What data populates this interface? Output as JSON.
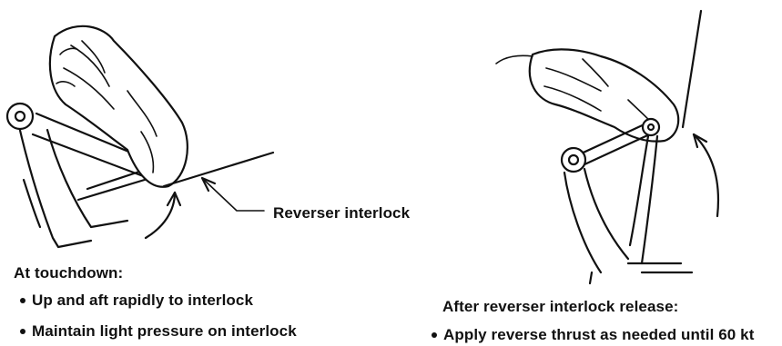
{
  "left_panel": {
    "callout_label": "Reverser interlock",
    "heading": "At touchdown:",
    "bullets": [
      "Up and aft rapidly to interlock",
      "Maintain light pressure on interlock"
    ]
  },
  "right_panel": {
    "heading": "After reverser interlock release:",
    "bullets": [
      "Apply reverse thrust as needed until 60 kt"
    ]
  },
  "icons": [
    "hand-on-throttle-illustration",
    "motion-arrow-icon",
    "bullet-dot-icon"
  ]
}
